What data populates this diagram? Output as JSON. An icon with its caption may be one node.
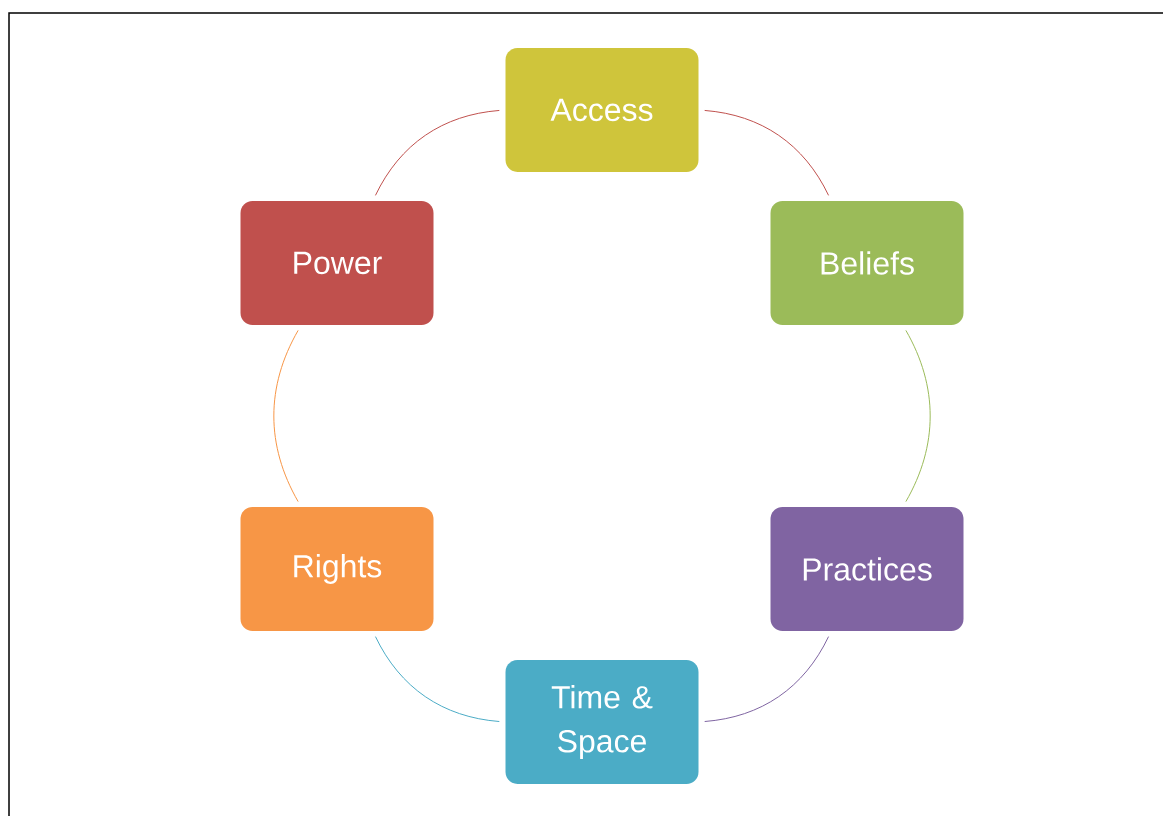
{
  "diagram": {
    "nodes": [
      {
        "text": [
          "Access"
        ]
      },
      {
        "text": [
          "Beliefs"
        ]
      },
      {
        "text": [
          "Practices"
        ]
      },
      {
        "text": [
          "Time & Space"
        ]
      },
      {
        "text": [
          "Rights"
        ]
      },
      {
        "text": [
          "Power"
        ]
      }
    ],
    "edges": [
      {
        "from": 0,
        "to": 1,
        "arrow": "none",
        "color": "#c0504d"
      },
      {
        "from": 1,
        "to": 2,
        "arrow": "none",
        "color": "#9bbb59"
      },
      {
        "from": 2,
        "to": 3,
        "arrow": "none",
        "color": "#8064a2"
      },
      {
        "from": 3,
        "to": 4,
        "arrow": "none",
        "color": "#4bacc6"
      },
      {
        "from": 4,
        "to": 5,
        "arrow": "none",
        "color": "#f79646"
      },
      {
        "from": 5,
        "to": 0,
        "arrow": "none",
        "color": "#c0504d"
      }
    ]
  }
}
